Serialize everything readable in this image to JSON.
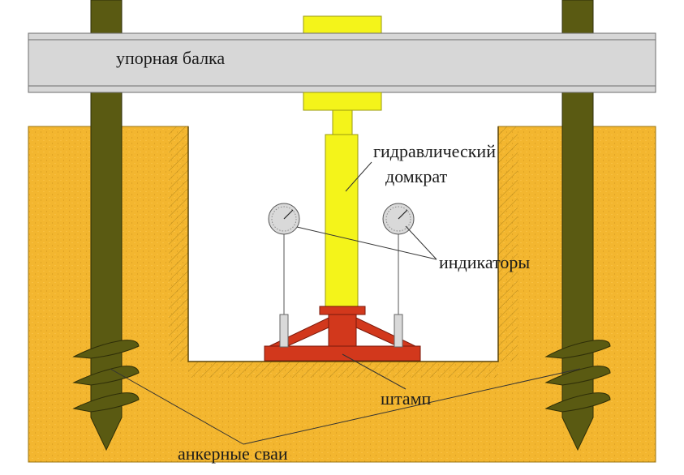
{
  "labels": {
    "beam": "упорная балка",
    "jack_line1": "гидравлический",
    "jack_line2": "домкрат",
    "indicators": "индикаторы",
    "stamp": "штамп",
    "anchors": "анкерные сваи"
  },
  "colors": {
    "soil": "#f3b62f",
    "soil_edge": "#9a7410",
    "pile": "#5a5a12",
    "pile_edge": "#2e2e08",
    "beam": "#d7d7d7",
    "beam_edge": "#6d6d6d",
    "jack": "#f4f41a",
    "jack_edge": "#9a9a10",
    "stamp": "#d2381c",
    "stamp_edge": "#7a1a0c",
    "gauge_face": "#d9d9d9",
    "leader": "#333333"
  }
}
